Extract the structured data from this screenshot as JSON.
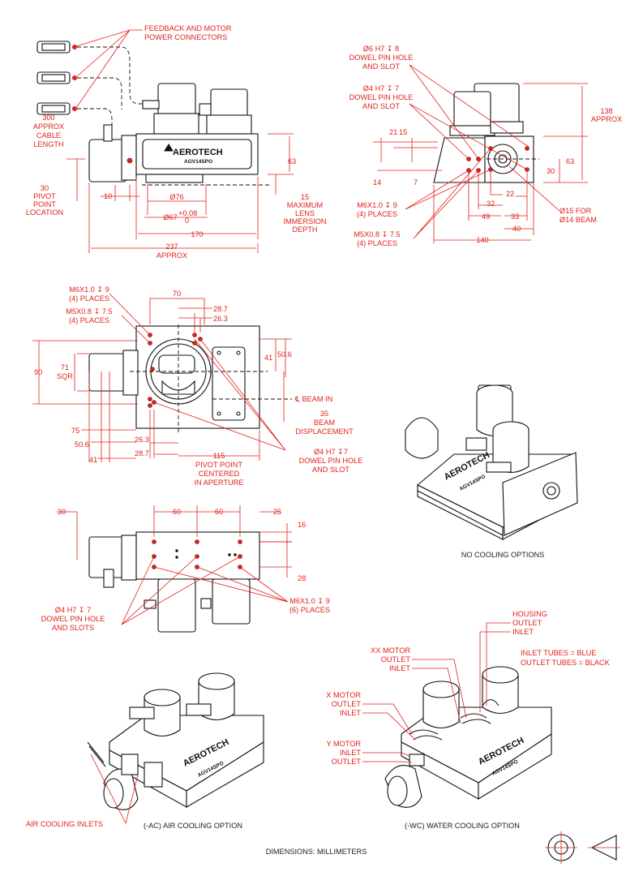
{
  "top_left_view": {
    "connectors_label": [
      "FEEDBACK AND MOTOR",
      "POWER CONNECTORS"
    ],
    "cable_label": [
      "300",
      "APPROX",
      "CABLE",
      "LENGTH"
    ],
    "pivot_label": [
      "30",
      "PIVOT",
      "POINT",
      "LOCATION"
    ],
    "dim_10": "10",
    "dim_76": "Ø76",
    "dim_67": "Ø67",
    "dim_67_tol_upper": "+0.08",
    "dim_67_tol_lower": "0",
    "dim_170": "170",
    "dim_237": [
      "237",
      "APPROX"
    ],
    "dim_63": "63",
    "lens_label": [
      "15",
      "MAXIMUM",
      "LENS",
      "IMMERSION",
      "DEPTH"
    ],
    "brand": "AEROTECH",
    "model": "AGV14SPO"
  },
  "top_right_view": {
    "dowel6_label": [
      "Ø6 H7 ↧ 8",
      "DOWEL PIN HOLE",
      "AND SLOT"
    ],
    "dowel4_label": [
      "Ø4 H7 ↧ 7",
      "DOWEL PIN HOLE",
      "AND SLOT"
    ],
    "m6_label": [
      "M6X1.0 ↧ 9",
      "(4) PLACES"
    ],
    "m5_label": [
      "M5X0.8 ↧ 7.5",
      "(4) PLACES"
    ],
    "dim_21": "21",
    "dim_15": "15",
    "dim_14": "14",
    "dim_7": "7",
    "dim_138": [
      "138",
      "APPROX"
    ],
    "dim_63": "63",
    "dim_30": "30",
    "dim_22": "22",
    "dim_32": "32",
    "dim_49": "49",
    "dim_33": "33",
    "dim_40": "40",
    "dim_140": "140",
    "beam_label": [
      "Ø15 FOR",
      "Ø14 BEAM"
    ]
  },
  "middle_view": {
    "m6_label": [
      "M6X1.0 ↧ 9",
      "(4) PLACES"
    ],
    "m5_label": [
      "M5X0.8 ↧ 7.5",
      "(4) PLACES"
    ],
    "dim_70": "70",
    "dim_28_7": "28.7",
    "dim_26_3": "26.3",
    "dim_90": "90",
    "sqr_label": [
      "71",
      "SQR"
    ],
    "dim_41_right": "41",
    "dim_50_6_right": "50.6",
    "beam_in": "℄ BEAM IN",
    "beam_disp": [
      "35",
      "BEAM",
      "DISPLACEMENT"
    ],
    "dim_75": "75",
    "dim_50_6_left": "50.6",
    "dim_41_left": "41",
    "dim_26_3_bottom": "26.3",
    "dim_28_7_bottom": "28.7",
    "pivot_label": [
      "115",
      "PIVOT POINT",
      "CENTERED",
      "IN APERTURE"
    ],
    "dowel_label": [
      "Ø4 H7 ↧7",
      "DOWEL PIN HOLE",
      "AND SLOT"
    ]
  },
  "lower_view": {
    "dim_30": "30",
    "dim_60_a": "60",
    "dim_60_b": "60",
    "dim_25": "25",
    "dim_16": "16",
    "dim_28": "28",
    "dowel_label": [
      "Ø4 H7 ↧ 7",
      "DOWEL PIN HOLE",
      "AND SLOTS"
    ],
    "m6_label": [
      "M6X1.0 ↧ 9",
      "(6) PLACES"
    ]
  },
  "iso_no_cooling": {
    "caption": "NO COOLING OPTIONS"
  },
  "iso_air": {
    "caption": "(-AC) AIR COOLING OPTION",
    "inlets_label": "AIR COOLING INLETS"
  },
  "iso_water": {
    "caption": "(-WC) WATER COOLING OPTION",
    "housing_label": [
      "HOUSING",
      "OUTLET",
      "INLET"
    ],
    "legend": [
      "INLET TUBES = BLUE",
      "OUTLET TUBES = BLACK"
    ],
    "xx_label": [
      "XX MOTOR",
      "OUTLET",
      "INLET"
    ],
    "x_label": [
      "X MOTOR",
      "OUTLET",
      "INLET"
    ],
    "y_label": [
      "Y MOTOR",
      "INLET",
      "OUTLET"
    ]
  },
  "footer": {
    "dimensions_note": "DIMENSIONS:  MILLIMETERS"
  }
}
